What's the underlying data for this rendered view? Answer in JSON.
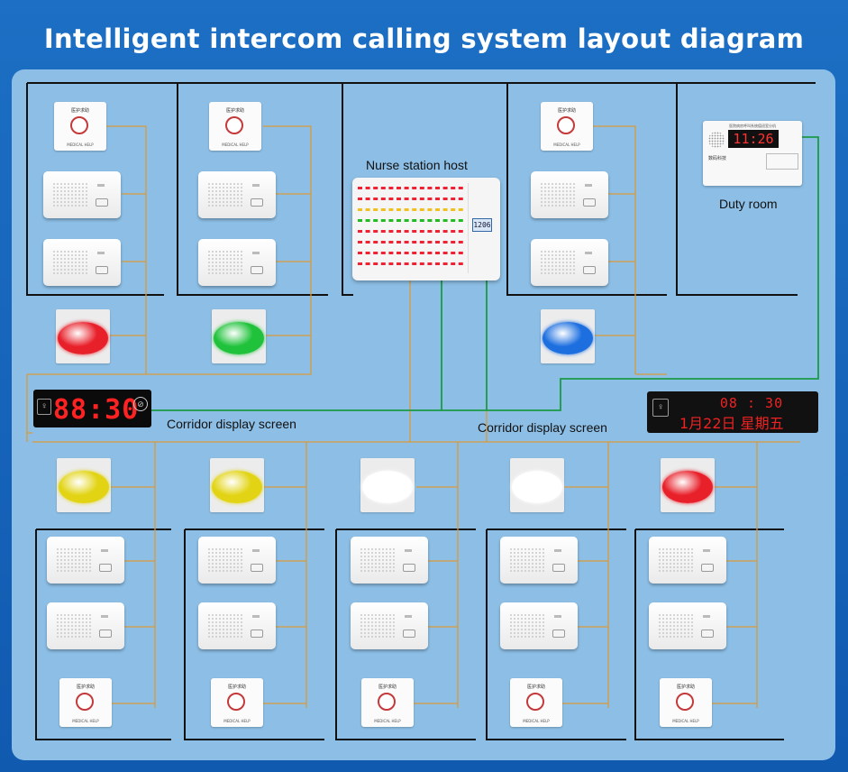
{
  "title": "Intelligent intercom calling system layout diagram",
  "labels": {
    "nurse_station": "Nurse station host",
    "duty_room": "Duty room",
    "corridor_left": "Corridor display screen",
    "corridor_right": "Corridor display screen"
  },
  "host": {
    "screen_text": "1206"
  },
  "duty_device": {
    "header": "医院病房呼叫系统值班室分机",
    "time": "11:26",
    "brand": "数码科技"
  },
  "display_left": {
    "time": "88:30"
  },
  "display_right": {
    "line1": "08 : 30",
    "line2": "1月22日  星期五"
  },
  "call_button": {
    "top_text": "医护求助",
    "bottom_text": "MEDICAL HELP"
  },
  "lamp_colors": {
    "top": [
      "#e8202a",
      "#1fc23a",
      "#1d6fe0"
    ],
    "bottom": [
      "#e2d414",
      "#e2d414",
      "#ffffff",
      "#ffffff",
      "#e8202a"
    ]
  },
  "colors": {
    "wire": "#d89a3a",
    "network": "#1a9a45",
    "frame": "#111111"
  }
}
